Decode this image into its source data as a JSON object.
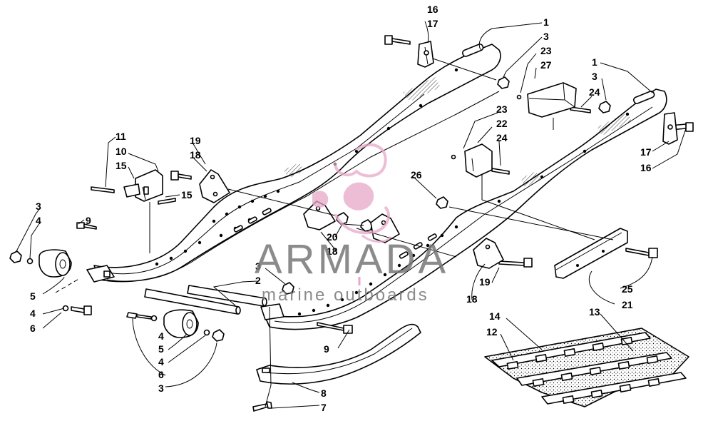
{
  "watermark": {
    "title": "ARMADA",
    "subtitle": "marine outboards",
    "logo_color": "#e7a7c9",
    "text_color": "#777777"
  },
  "callouts": [
    {
      "id": "c16a",
      "text": "16"
    },
    {
      "id": "c17a",
      "text": "17"
    },
    {
      "id": "c1a",
      "text": "1"
    },
    {
      "id": "c3a",
      "text": "3"
    },
    {
      "id": "c23a",
      "text": "23"
    },
    {
      "id": "c27",
      "text": "27"
    },
    {
      "id": "c1b",
      "text": "1"
    },
    {
      "id": "c3b",
      "text": "3"
    },
    {
      "id": "c24a",
      "text": "24"
    },
    {
      "id": "c23b",
      "text": "23"
    },
    {
      "id": "c22",
      "text": "22"
    },
    {
      "id": "c24b",
      "text": "24"
    },
    {
      "id": "c17b",
      "text": "17"
    },
    {
      "id": "c16b",
      "text": "16"
    },
    {
      "id": "c11",
      "text": "11"
    },
    {
      "id": "c10",
      "text": "10"
    },
    {
      "id": "c15a",
      "text": "15"
    },
    {
      "id": "c15b",
      "text": "15"
    },
    {
      "id": "c19a",
      "text": "19"
    },
    {
      "id": "c18a",
      "text": "18"
    },
    {
      "id": "c26",
      "text": "26"
    },
    {
      "id": "c3c",
      "text": "3"
    },
    {
      "id": "c4a",
      "text": "4"
    },
    {
      "id": "c9a",
      "text": "9"
    },
    {
      "id": "c20",
      "text": "20"
    },
    {
      "id": "c18b",
      "text": "18"
    },
    {
      "id": "c3d",
      "text": "3"
    },
    {
      "id": "c2",
      "text": "2"
    },
    {
      "id": "c5a",
      "text": "5"
    },
    {
      "id": "c4b",
      "text": "4"
    },
    {
      "id": "c6a",
      "text": "6"
    },
    {
      "id": "c4c",
      "text": "4"
    },
    {
      "id": "c5b",
      "text": "5"
    },
    {
      "id": "c4d",
      "text": "4"
    },
    {
      "id": "c6b",
      "text": "6"
    },
    {
      "id": "c3e",
      "text": "3"
    },
    {
      "id": "c19b",
      "text": "19"
    },
    {
      "id": "c18c",
      "text": "18"
    },
    {
      "id": "c25",
      "text": "25"
    },
    {
      "id": "c21",
      "text": "21"
    },
    {
      "id": "c14",
      "text": "14"
    },
    {
      "id": "c13",
      "text": "13"
    },
    {
      "id": "c12",
      "text": "12"
    },
    {
      "id": "c9b",
      "text": "9"
    },
    {
      "id": "c8",
      "text": "8"
    },
    {
      "id": "c7",
      "text": "7"
    }
  ]
}
